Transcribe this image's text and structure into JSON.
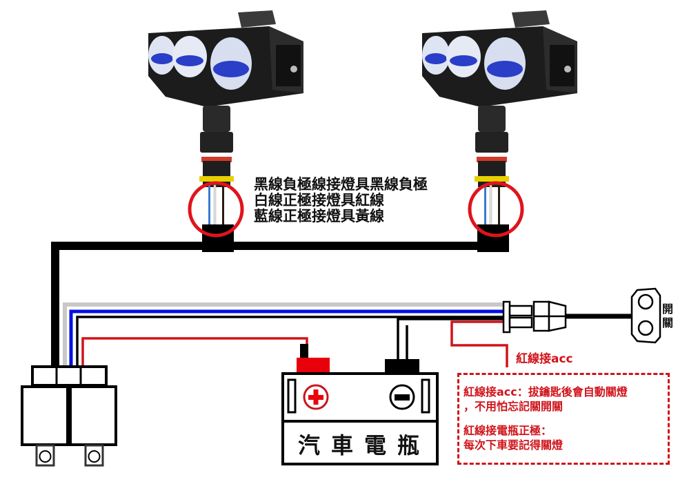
{
  "lamp_wiring_note": [
    "黑線負極線接燈具黑線負極",
    "白線正極接燈具紅線",
    "藍線正極接燈具黃線"
  ],
  "switch_label": "開關",
  "acc_label": "紅線接acc",
  "notes": {
    "acc_line1": "紅線接acc：拔鑰匙後會自動關燈",
    "acc_line2": "，不用怕忘記關開關",
    "battery_line1": "紅線接電瓶正極：",
    "battery_line2": "每次下車要記得關燈"
  },
  "battery": {
    "title": "汽車電瓶",
    "positive_symbol": "+",
    "negative_symbol": "−"
  },
  "colors": {
    "black_wire": "#000000",
    "white_wire": "#c8c8c8",
    "blue_wire": "#0010e0",
    "red_wire": "#d0131a",
    "highlight_circle": "#e0141c",
    "battery_positive": "#e8000a"
  },
  "components": [
    {
      "name": "led-lamp-left"
    },
    {
      "name": "led-lamp-right"
    },
    {
      "name": "relay-unit"
    },
    {
      "name": "car-battery"
    },
    {
      "name": "switch"
    }
  ]
}
